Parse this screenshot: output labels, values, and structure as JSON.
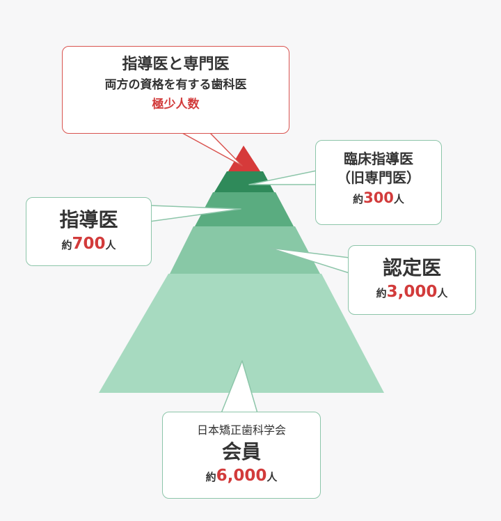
{
  "colors": {
    "apex": "#d63a3a",
    "level_2": "#2f8a5a",
    "level_3": "#5aac80",
    "level_4": "#88c8a6",
    "level_5": "#a7dac0",
    "highlight_text": "#d23b3b",
    "box_border": "#8cc5a9",
    "top_box_border": "#d9534f"
  },
  "top_box": {
    "title": "指導医と専門医",
    "subtitle": "両方の資格を有する歯科医",
    "highlight": "極少人数"
  },
  "rinsho": {
    "title": "臨床指導医",
    "subtitle": "（旧専門医）",
    "prefix": "約",
    "number": "300",
    "suffix": "人"
  },
  "shido": {
    "title": "指導医",
    "prefix": "約",
    "number": "700",
    "suffix": "人"
  },
  "nintei": {
    "title": "認定医",
    "prefix": "約",
    "number": "3,000",
    "suffix": "人"
  },
  "member": {
    "subtitle": "日本矯正歯科学会",
    "title": "会員",
    "prefix": "約",
    "number": "6,000",
    "suffix": "人"
  }
}
